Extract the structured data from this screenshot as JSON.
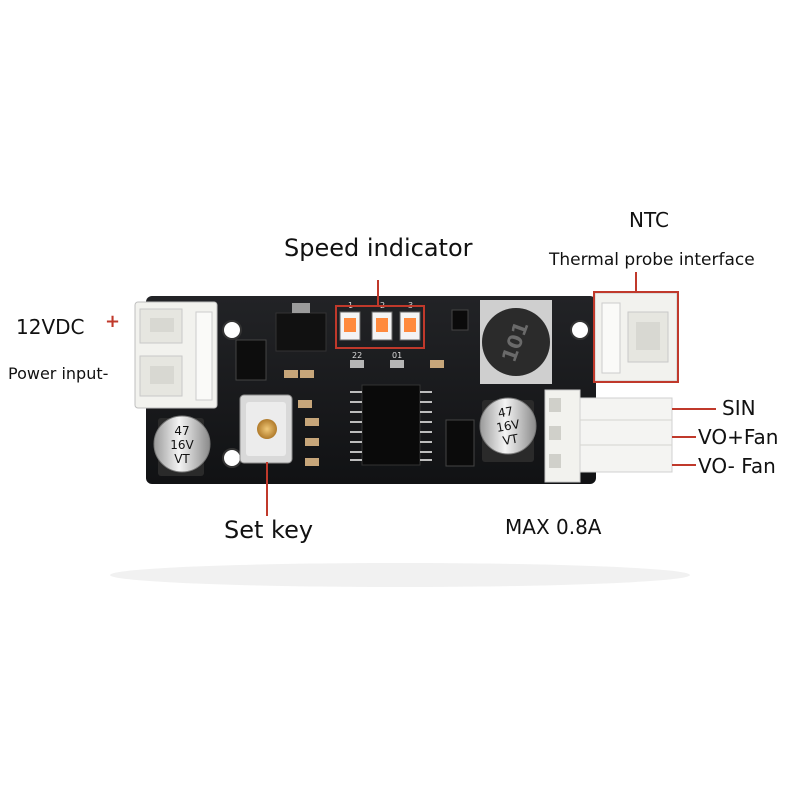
{
  "labels": {
    "speed_indicator": "Speed indicator",
    "ntc": "NTC",
    "thermal_probe": "Thermal probe interface",
    "vdc": "12VDC",
    "plus_sign": "+",
    "power_input": "Power input-",
    "sin": "SIN",
    "vo_plus": "VO+Fan",
    "vo_minus": "VO- Fan",
    "set_key": "Set key",
    "max_current": "MAX 0.8A"
  },
  "silkscreen": {
    "led_numbers": [
      "1",
      "2",
      "3"
    ],
    "inductor_code": "101",
    "resistor_codes": [
      "22",
      "01"
    ]
  },
  "capacitors": {
    "left": [
      "47",
      "16V",
      "VT"
    ],
    "right": [
      "47",
      "16V",
      "VT"
    ]
  },
  "colors": {
    "pcb": "#17181a",
    "callout": "#c0392b",
    "connector": "#f2f2ee"
  }
}
